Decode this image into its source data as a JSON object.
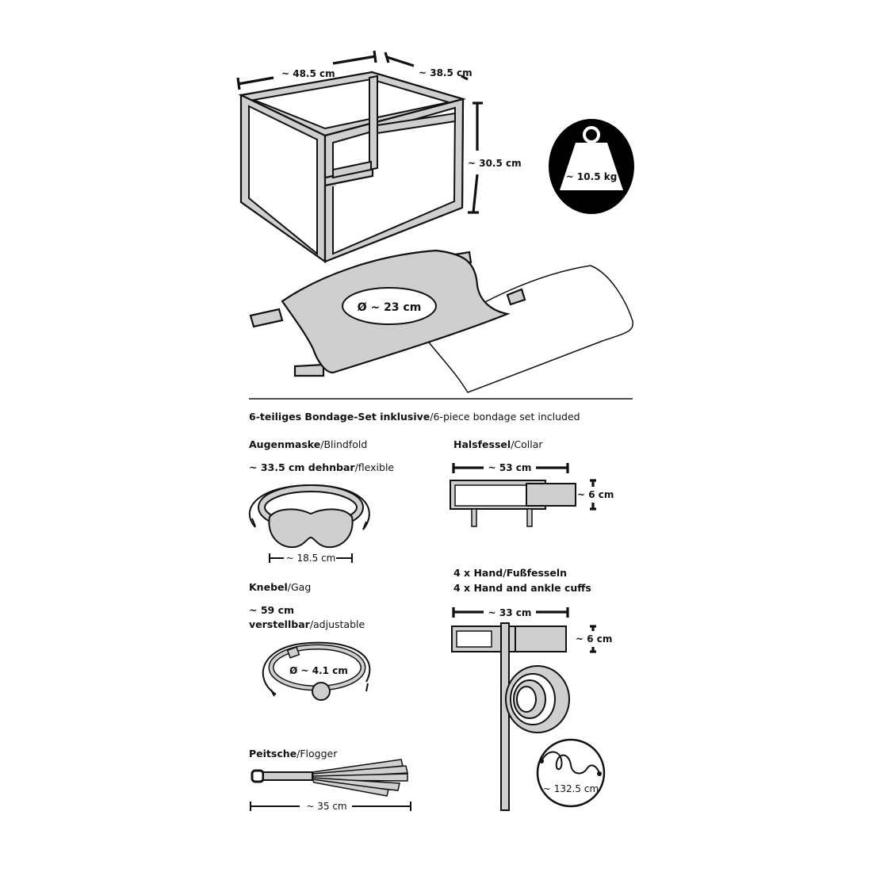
{
  "cage": {
    "width_label": "~ 48.5 cm",
    "depth_label": "~ 38.5 cm",
    "height_label": "~ 30.5 cm"
  },
  "weight": {
    "label": "~ 10.5 kg"
  },
  "board": {
    "hole_label": "Ø ~ 23 cm"
  },
  "set": {
    "title_bold": "6-teiliges Bondage-Set inklusive",
    "title_rest": "/6-piece bondage set included"
  },
  "blindfold": {
    "name_bold": "Augenmaske",
    "name_rest": "/Blindfold",
    "size_bold": "~ 33.5 cm dehnbar",
    "size_rest": "/flexible",
    "width_label": "~ 18.5 cm"
  },
  "collar": {
    "name_bold": "Halsfessel",
    "name_rest": "/Collar",
    "length_label": "~ 53 cm",
    "height_label": "~ 6 cm"
  },
  "gag": {
    "name_bold": "Knebel",
    "name_rest": "/Gag",
    "length_label": "~ 59 cm",
    "adjust_bold": "verstellbar",
    "adjust_rest": "/adjustable",
    "ball_label": "Ø ~ 4.1 cm"
  },
  "cuffs": {
    "line1": "4 x Hand/Fußfesseln",
    "line2": "4 x Hand and ankle cuffs",
    "length_label": "~ 33 cm",
    "height_label": "~ 6 cm",
    "cord_label": "~ 132.5 cm"
  },
  "flogger": {
    "name_bold": "Peitsche",
    "name_rest": "/Flogger",
    "length_label": "~ 35 cm"
  }
}
